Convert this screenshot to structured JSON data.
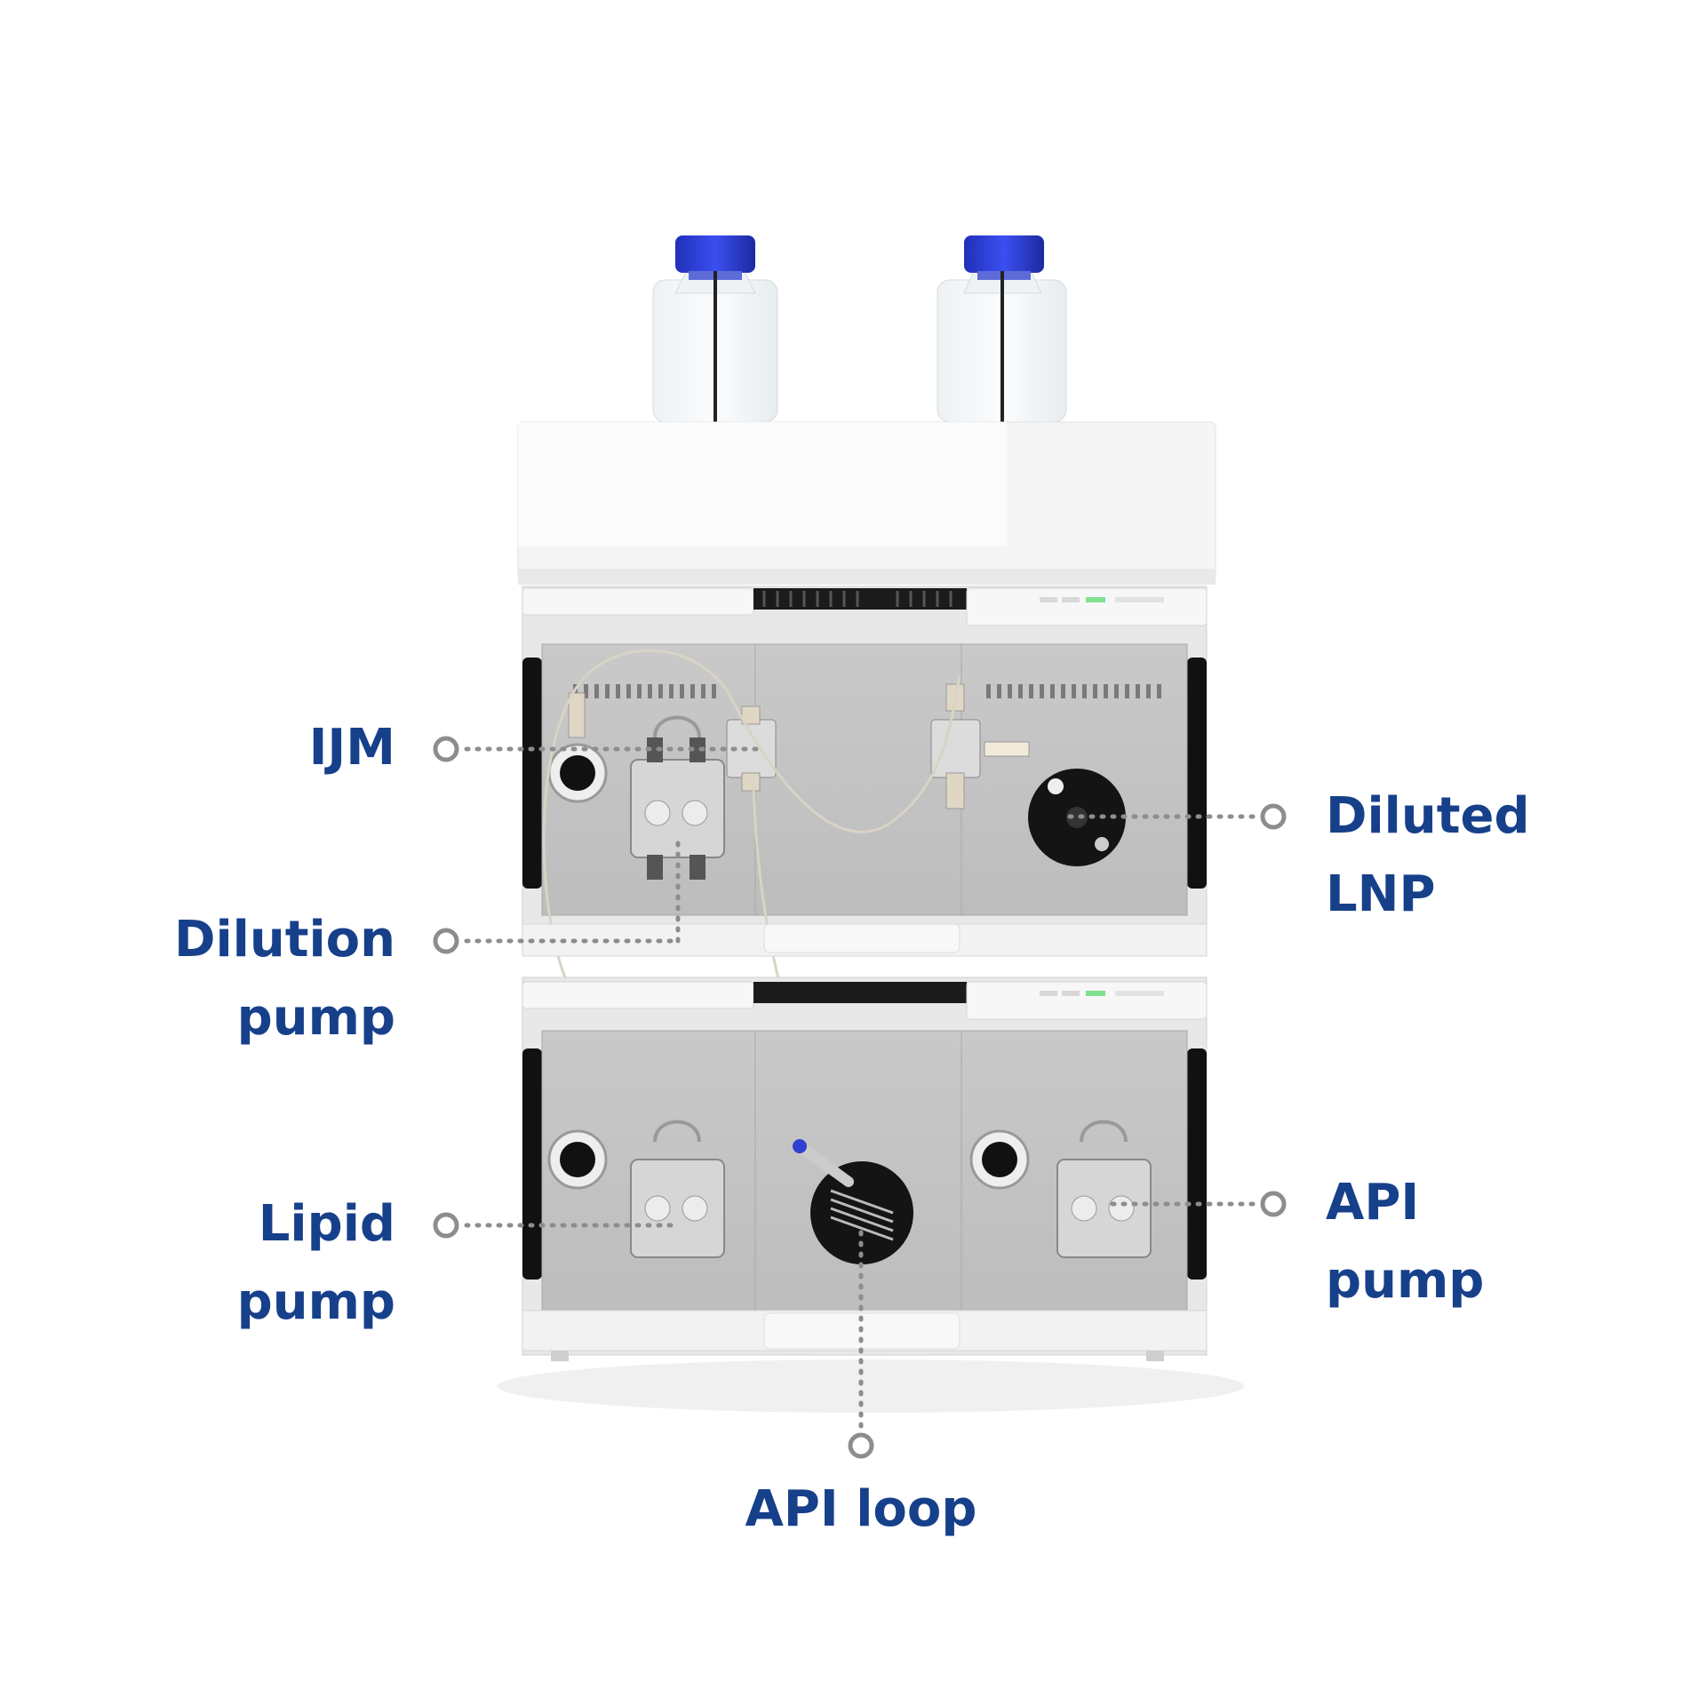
{
  "labels": {
    "ijm": [
      "IJM"
    ],
    "dilution_pump": [
      "Dilution",
      "pump"
    ],
    "lipid_pump": [
      "Lipid",
      "pump"
    ],
    "diluted_lnp": [
      "Diluted",
      "LNP"
    ],
    "api_pump": [
      "API",
      "pump"
    ],
    "api_loop": [
      "API loop"
    ]
  },
  "colors": {
    "label_text": "#17408b",
    "leader": "#8d8d8d",
    "bottle_cap": "#2f3fd0",
    "panel": "#c6c6c6",
    "frame": "#e4e4e4",
    "tray": "#f4f4f4"
  }
}
